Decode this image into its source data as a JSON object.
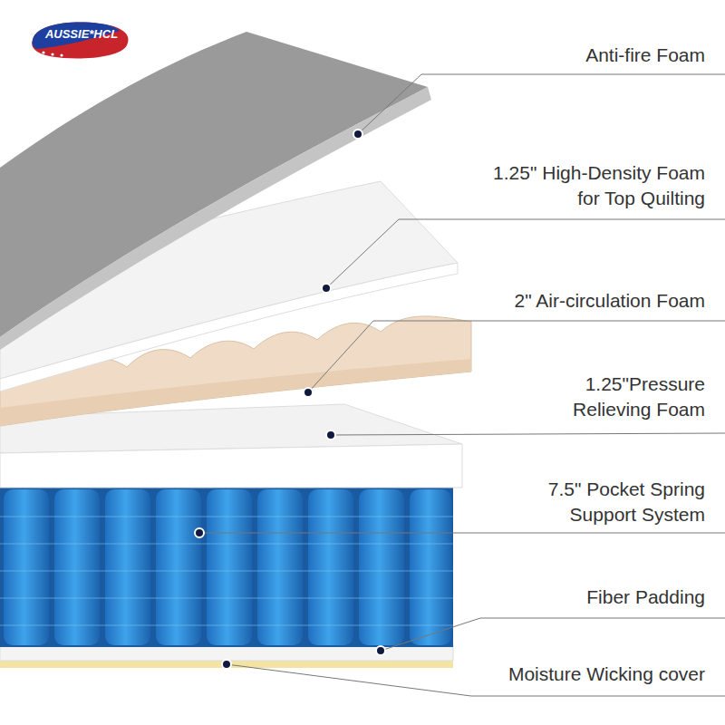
{
  "diagram": {
    "labels": [
      "AUSSIE*HCL",
      "Anti-fire Foam",
      "1.25\" High-Density Foam for Top Quilting",
      "2\" Air-circulation Foam",
      "1.25\"Pressure Relieving Foam",
      "7.5\" Pocket Spring Support System",
      "Fiber Padding",
      "Moisture Wicking cover"
    ]
  }
}
